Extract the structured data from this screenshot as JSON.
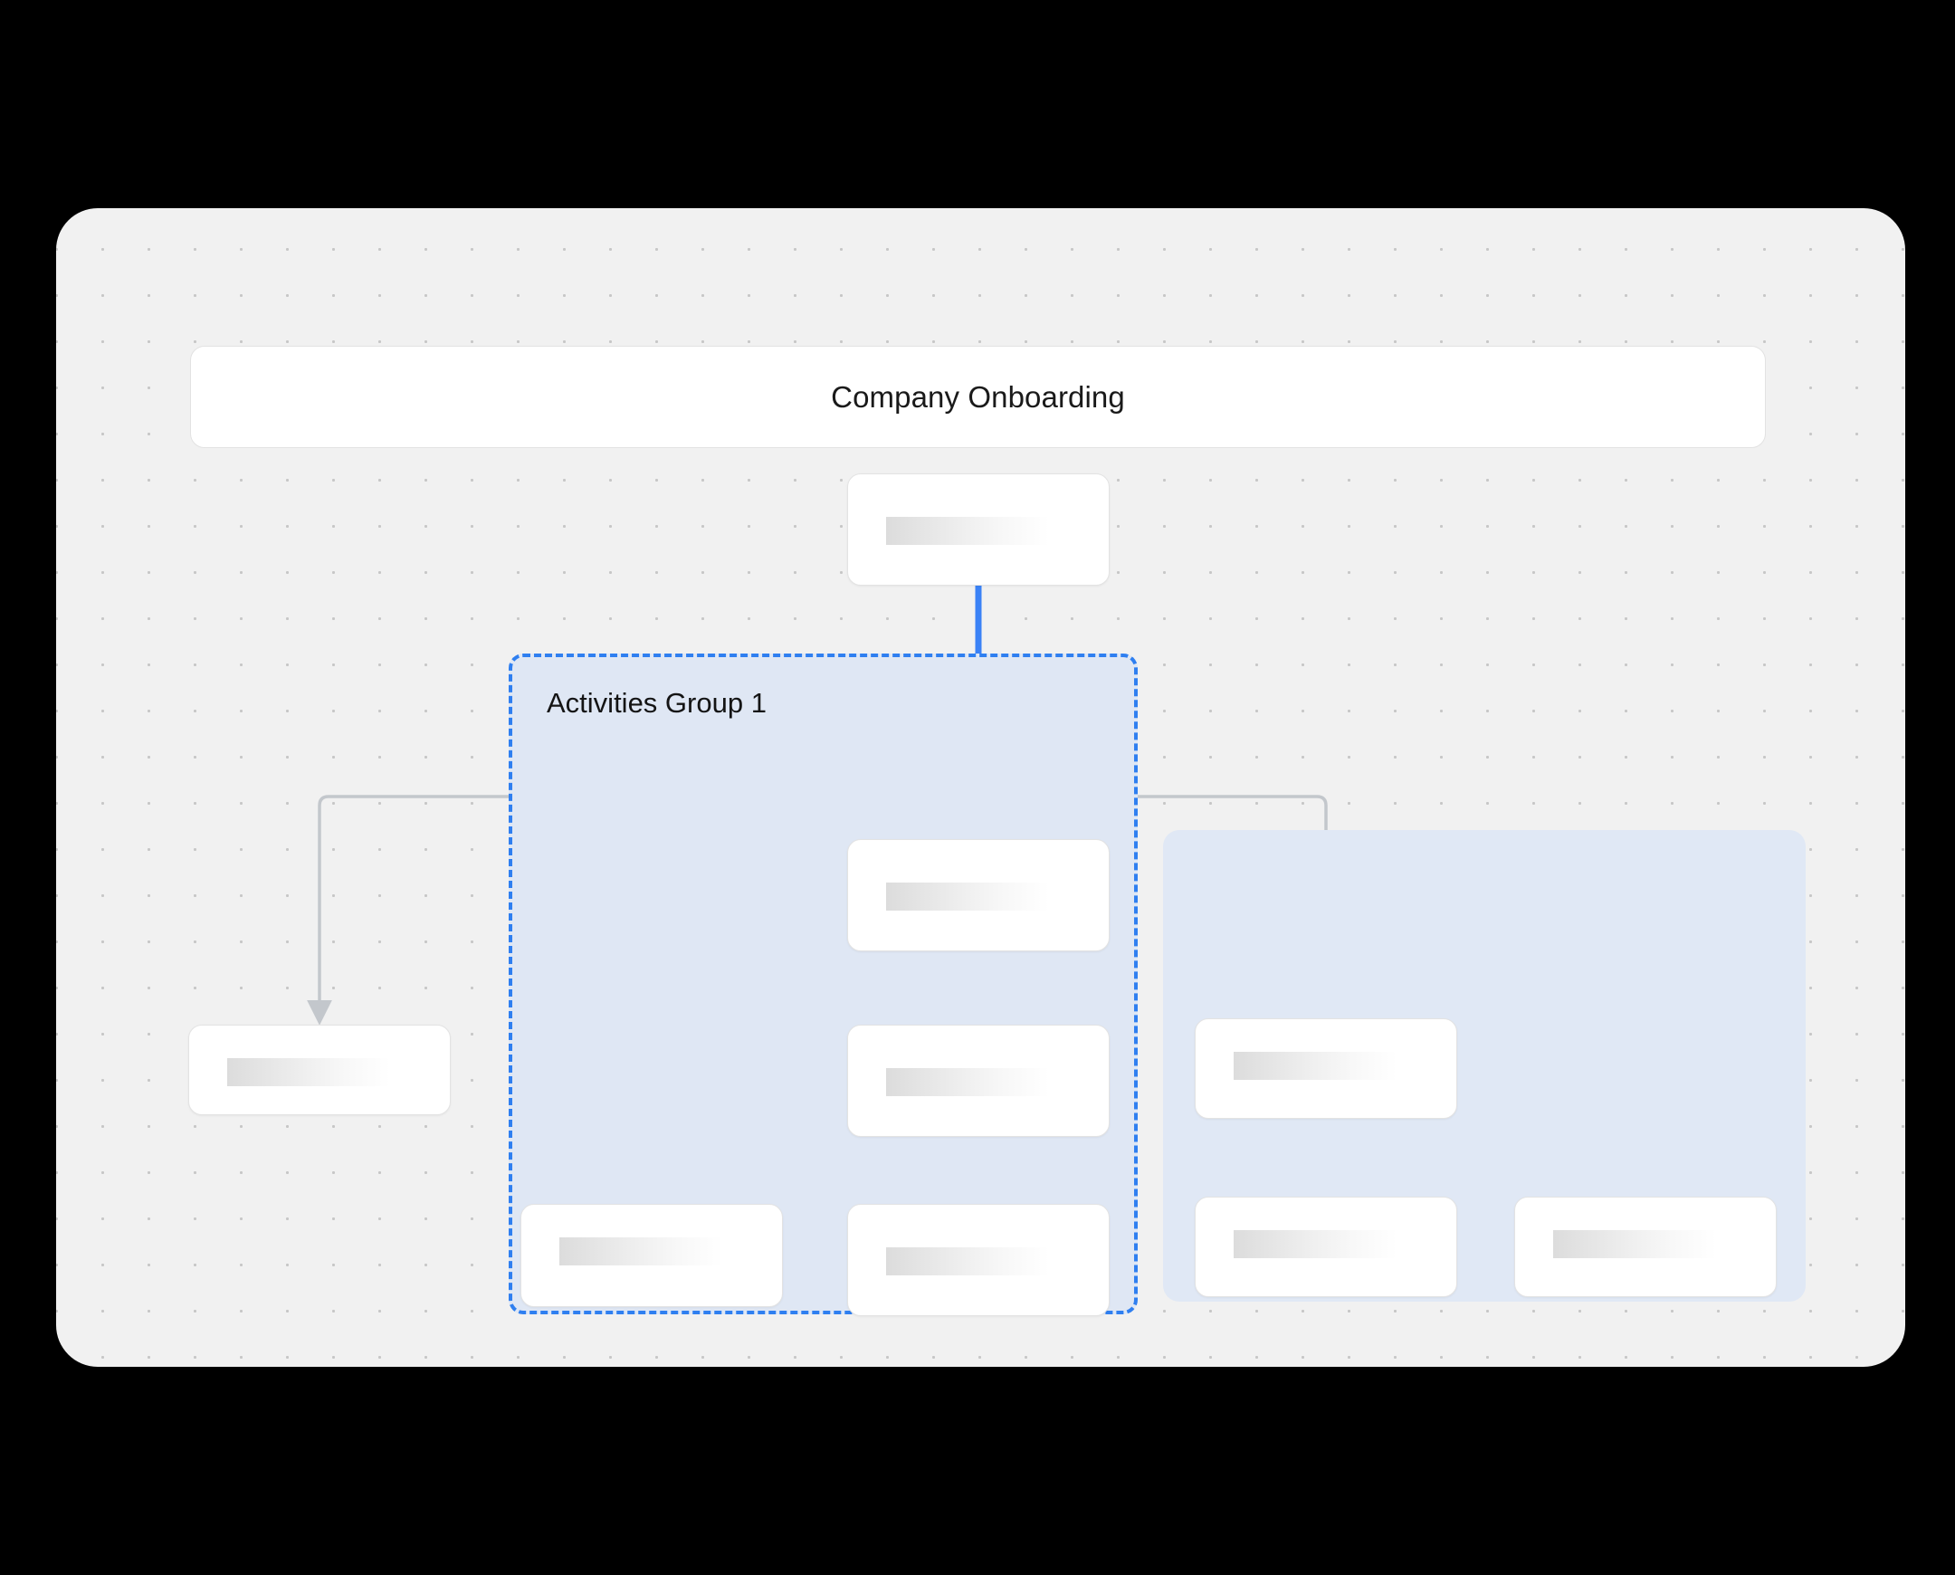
{
  "canvas": {
    "background_color": "#f1f1f1",
    "grid": "dot-grid",
    "page_background": "#000000"
  },
  "header": {
    "title": "Company Onboarding"
  },
  "groups": [
    {
      "id": "activities-group-1",
      "label": "Activities Group 1",
      "style": "dashed-selected",
      "border_color": "#2f7ff0",
      "fill_color": "#dfe7f4"
    },
    {
      "id": "activities-group-2",
      "label": "",
      "style": "solid-muted",
      "border_color": "transparent",
      "fill_color": "#e0e8f5"
    }
  ],
  "nodes": [
    {
      "id": "node-root",
      "label": "",
      "placeholder": "loading",
      "group": null
    },
    {
      "id": "node-left",
      "label": "",
      "placeholder": "loading",
      "group": null
    },
    {
      "id": "node-a1",
      "label": "",
      "placeholder": "loading",
      "group": "activities-group-1"
    },
    {
      "id": "node-a2",
      "label": "",
      "placeholder": "loading",
      "group": "activities-group-1"
    },
    {
      "id": "node-a3",
      "label": "",
      "placeholder": "loading",
      "group": "activities-group-1"
    },
    {
      "id": "node-a4",
      "label": "",
      "placeholder": "loading",
      "group": "activities-group-1"
    },
    {
      "id": "node-b1",
      "label": "",
      "placeholder": "loading",
      "group": "activities-group-2"
    },
    {
      "id": "node-b2",
      "label": "",
      "placeholder": "loading",
      "group": "activities-group-2"
    },
    {
      "id": "node-b3",
      "label": "",
      "placeholder": "loading",
      "group": "activities-group-2"
    }
  ],
  "edges": [
    {
      "from": "node-root",
      "to": "node-a1",
      "highlight": true,
      "color": "#3b82f6"
    },
    {
      "from": "node-a1",
      "to": "node-a2",
      "highlight": true,
      "color": "#3b82f6"
    },
    {
      "from": "node-a2",
      "to": "node-a3",
      "highlight": true,
      "color": "#3b82f6"
    },
    {
      "from": "node-a2",
      "to": "node-a4",
      "highlight": false,
      "color": "#c3c7cc"
    },
    {
      "from": "node-root",
      "to": "node-left",
      "highlight": false,
      "color": "#c3c7cc"
    },
    {
      "from": "node-root",
      "to": "node-b1",
      "highlight": false,
      "color": "#c3c7cc"
    },
    {
      "from": "node-b1",
      "to": "node-b2",
      "highlight": false,
      "color": "#c3c7cc"
    },
    {
      "from": "node-b1",
      "to": "node-b3",
      "highlight": false,
      "color": "#c3c7cc"
    }
  ],
  "colors": {
    "accent_blue": "#3b82f6",
    "group_dashed_border": "#2f7ff0",
    "group_fill": "#dfe7f4",
    "node_fill": "#ffffff",
    "node_border": "#e3e3e3",
    "edge_gray": "#c3c7cc",
    "canvas_bg": "#f1f1f1",
    "grid_dot": "#c7c7c7"
  }
}
